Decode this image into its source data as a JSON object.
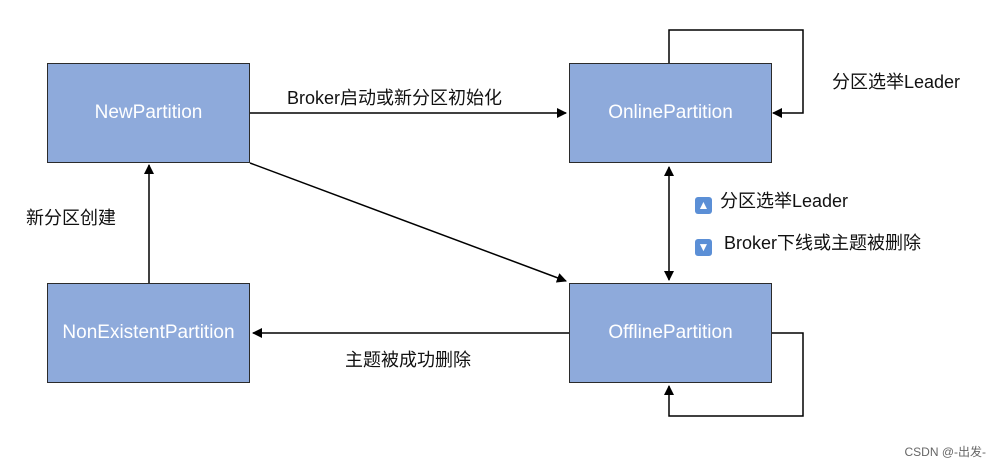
{
  "nodes": {
    "new_partition": "NewPartition",
    "online_partition": "OnlinePartition",
    "nonexistent_partition": "NonExistentPartition",
    "offline_partition": "OfflinePartition"
  },
  "edges": {
    "new_to_online": "Broker启动或新分区初始化",
    "online_self": "分区选举Leader",
    "nonexistent_to_new": "新分区创建",
    "offline_to_nonexistent": "主题被成功删除",
    "offline_to_online": "分区选举Leader",
    "online_to_offline": "Broker下线或主题被删除"
  },
  "icons": {
    "up": "arrow-up-icon",
    "down": "arrow-down-icon"
  },
  "colors": {
    "node_fill": "#8eaadb",
    "node_border": "#2b2b2b",
    "line": "#000000"
  },
  "watermark": "CSDN @-出发-"
}
